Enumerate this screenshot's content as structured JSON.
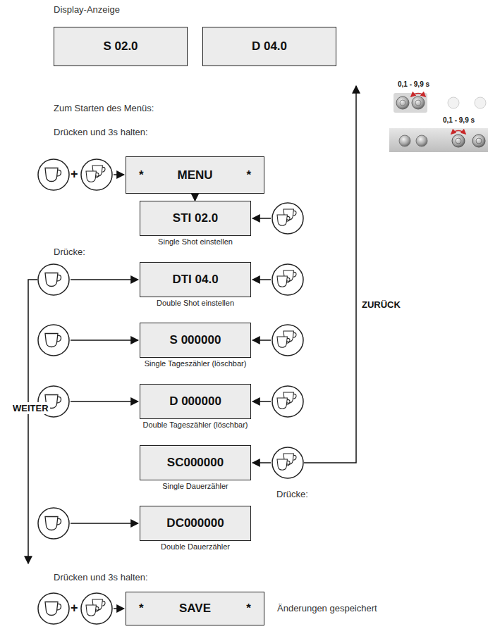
{
  "diagram": {
    "nodes": [
      {
        "text": [
          "S 02.0"
        ]
      },
      {
        "text": [
          "D 04.0"
        ]
      },
      {
        "text": [
          "*",
          "MENU",
          "*"
        ]
      },
      {
        "text": [
          "STI 02.0",
          "Single Shot einstellen"
        ]
      },
      {
        "text": [
          "DTI 04.0",
          "Double Shot einstellen"
        ]
      },
      {
        "text": [
          "S 000000",
          "Single Tageszähler (löschbar)"
        ]
      },
      {
        "text": [
          "D 000000",
          "Double Tageszähler (löschbar)"
        ]
      },
      {
        "text": [
          "SC000000",
          "Single Dauerzähler"
        ]
      },
      {
        "text": [
          "DC000000",
          "Double Dauerzähler"
        ]
      },
      {
        "text": [
          "*",
          "SAVE",
          "*"
        ]
      }
    ],
    "edges": [
      {
        "from": 2,
        "to": 3,
        "arrow": "to"
      }
    ],
    "labels": [
      "Display-Anzeige",
      "Zum Starten des Menüs:",
      "Drücken und 3s halten:",
      "+",
      "Drücke:",
      "WEITER",
      "ZURÜCK",
      "Drücke:",
      "Drücken und 3s halten:",
      "+",
      "Änderungen gespeichert",
      "0,1 - 9,9 s",
      "0,1 - 9,9 s"
    ]
  }
}
